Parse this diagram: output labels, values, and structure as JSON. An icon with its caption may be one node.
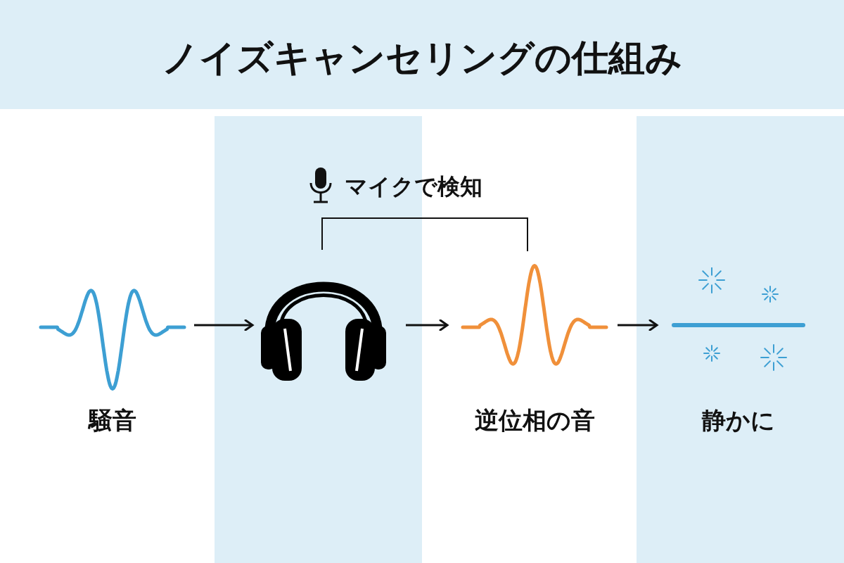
{
  "diagram": {
    "title": "ノイズキャンセリングの仕組み",
    "nodes": [
      {
        "text": [],
        "shape": "wave",
        "beside": [
          "騒音"
        ]
      },
      {
        "text": [],
        "shape": "headphones"
      },
      {
        "text": [],
        "shape": "wave",
        "beside": [
          "逆位相の音"
        ]
      },
      {
        "text": [],
        "shape": "line",
        "beside": [
          "静かに"
        ]
      }
    ],
    "edges": [
      {
        "from": 0,
        "to": 1,
        "arrow": "to"
      },
      {
        "from": 1,
        "to": 2,
        "arrow": "none",
        "label": "マイクで検知"
      },
      {
        "from": 1,
        "to": 2,
        "arrow": "to"
      },
      {
        "from": 2,
        "to": 3,
        "arrow": "to"
      }
    ]
  }
}
